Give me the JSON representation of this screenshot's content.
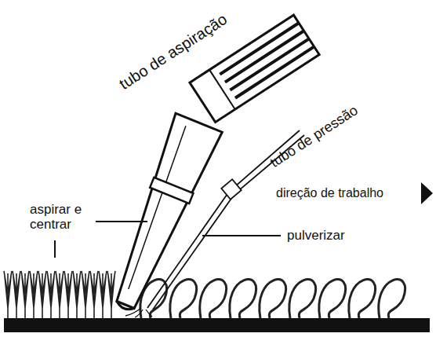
{
  "diagram": {
    "labels": [
      "tubo de aspiração",
      "tubo de pressão",
      "direção de trabalho",
      "aspirar e centrar",
      "pulverizar"
    ]
  }
}
